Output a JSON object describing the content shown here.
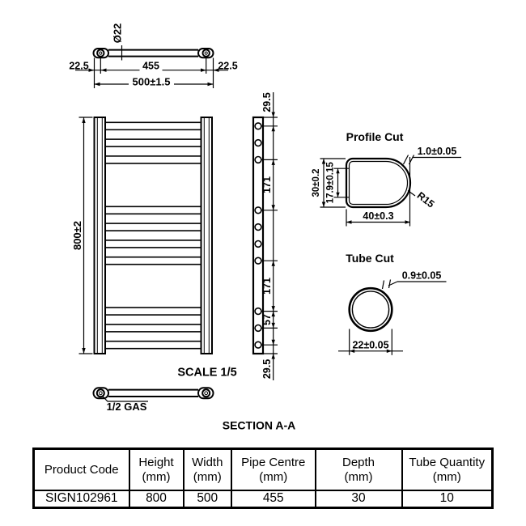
{
  "colors": {
    "ink": "#000000",
    "background": "#ffffff"
  },
  "drawing": {
    "top_view": {
      "tube_diameter": "Ø22",
      "left_offset": "22.5",
      "pipe_centre": "455",
      "right_offset": "22.5",
      "overall_width": "500±1.5"
    },
    "front_view": {
      "overall_height": "800±2"
    },
    "side_view": {
      "top_offset": "29.5",
      "upper_span": "171",
      "lower_span": "171",
      "lower_gap": "57",
      "bottom_offset": "29.5"
    },
    "profile_cut": {
      "title": "Profile Cut",
      "outer_height": "30±0.2",
      "inner_height": "17.9±0.15",
      "width": "40±0.3",
      "corner_radius": "R15",
      "wall_thickness": "1.0±0.05"
    },
    "tube_cut": {
      "title": "Tube Cut",
      "wall_thickness": "0.9±0.05",
      "diameter": "22±0.05"
    },
    "scale_label": "SCALE 1/5",
    "gas_label": "1/2 GAS",
    "section_label": "SECTION A-A"
  },
  "table": {
    "headers": [
      {
        "line1": "Product Code",
        "line2": ""
      },
      {
        "line1": "Height",
        "line2": "(mm)"
      },
      {
        "line1": "Width",
        "line2": "(mm)"
      },
      {
        "line1": "Pipe Centre",
        "line2": "(mm)"
      },
      {
        "line1": "Depth",
        "line2": "(mm)"
      },
      {
        "line1": "Tube Quantity",
        "line2": "(mm)"
      }
    ],
    "row": [
      "SIGN102961",
      "800",
      "500",
      "455",
      "30",
      "10"
    ]
  }
}
